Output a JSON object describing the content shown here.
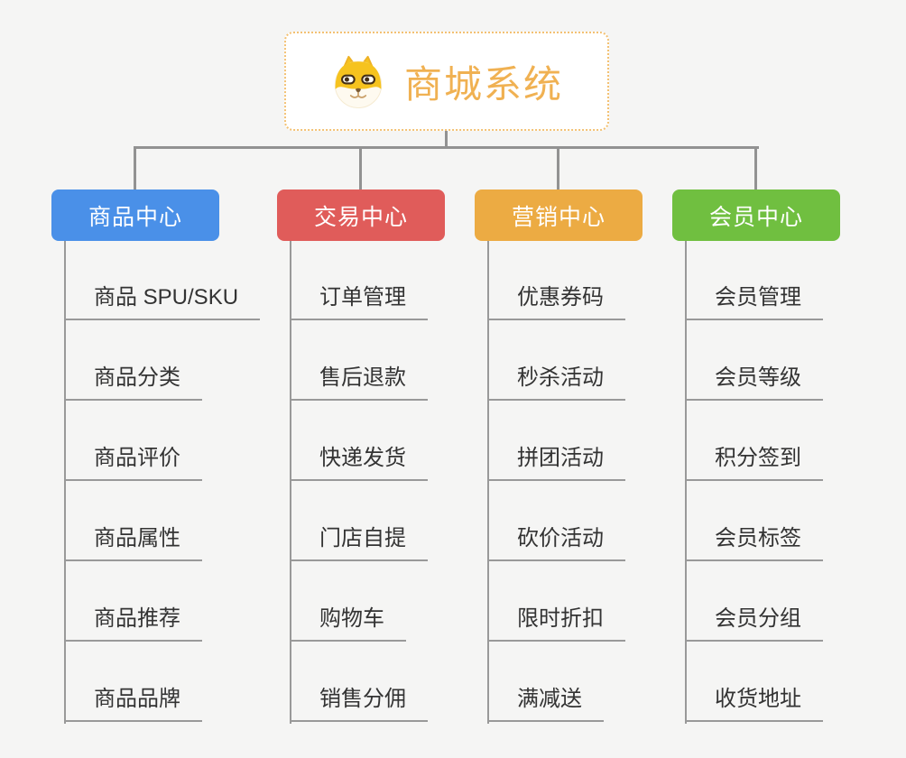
{
  "root": {
    "title": "商城系统",
    "icon": "dog-icon",
    "title_color": "#f0b152",
    "border_color": "#f3c173"
  },
  "connector_color": "#929292",
  "leaf_line_color": "#999999",
  "branches": [
    {
      "label": "商品中心",
      "color": "#4a90e8",
      "items": [
        "商品 SPU/SKU",
        "商品分类",
        "商品评价",
        "商品属性",
        "商品推荐",
        "商品品牌"
      ]
    },
    {
      "label": "交易中心",
      "color": "#e05c5a",
      "items": [
        "订单管理",
        "售后退款",
        "快递发货",
        "门店自提",
        "购物车",
        "销售分佣"
      ]
    },
    {
      "label": "营销中心",
      "color": "#ecab43",
      "items": [
        "优惠券码",
        "秒杀活动",
        "拼团活动",
        "砍价活动",
        "限时折扣",
        "满减送"
      ]
    },
    {
      "label": "会员中心",
      "color": "#70bf40",
      "items": [
        "会员管理",
        "会员等级",
        "积分签到",
        "会员标签",
        "会员分组",
        "收货地址"
      ]
    }
  ]
}
